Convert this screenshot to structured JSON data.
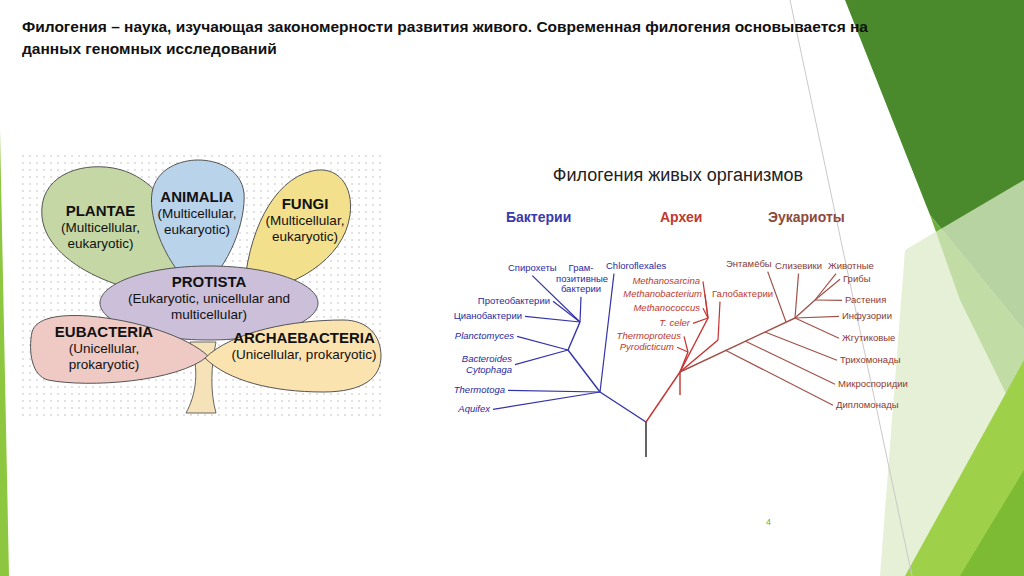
{
  "diagram": {
    "title": "Филогения – наука, изучающая закономерности развития живого. Современная филогения основывается на данных геномных исследований",
    "nodes": [
      {
        "text": [
          "PLANTAE",
          "(Multicellular, eukaryotic)"
        ]
      },
      {
        "text": [
          "ANIMALIA",
          "(Multicellular, eukaryotic)"
        ]
      },
      {
        "text": [
          "FUNGI",
          "(Multicellular, eukaryotic)"
        ]
      },
      {
        "text": [
          "PROTISTA",
          "(Eukaryotic, unicellular and multicellular)"
        ]
      },
      {
        "text": [
          "EUBACTERIA",
          "(Unicellular, prokaryotic)"
        ]
      },
      {
        "text": [
          "ARCHAEBACTERIA",
          "(Unicellular, prokaryotic)"
        ]
      }
    ],
    "labels": [
      "Филогения живых организмов",
      "Бактерии",
      "Археи",
      "Эукариоты",
      "Спирохеты",
      "Грам- позитивные бактерии",
      "Chloroflexales",
      "Протеобактерии",
      "Цианобактерии",
      "Planctomyces",
      "Bacteroides Cytophaga",
      "Thermotoga",
      "Aquifex",
      "Methanosarcina",
      "Methanobacterium",
      "Галобактерии",
      "Methanococcus",
      "T. celer",
      "Thermoproteus",
      "Pyrodicticum",
      "Энтамёбы",
      "Слизевики",
      "Животные",
      "Грибы",
      "Растения",
      "Инфузории",
      "Жгутиковые",
      "Трихомонады",
      "Микроспоридии",
      "Дипломонады",
      "4"
    ]
  }
}
